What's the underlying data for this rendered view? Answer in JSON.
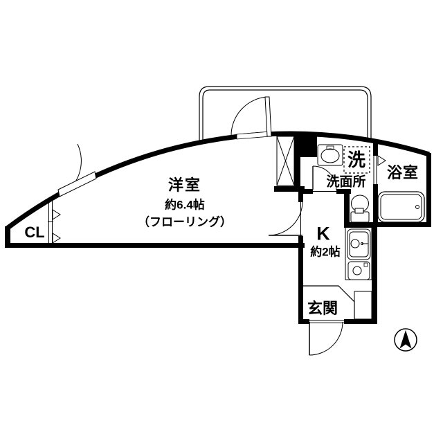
{
  "page": {
    "kind": "Japanese apartment floor plan (1K layout)",
    "colors": {
      "ink": "#000000",
      "paper": "#ffffff"
    }
  },
  "floor_plan": {
    "rooms": [
      {
        "key": "western_room",
        "label": "洋室",
        "size": "約6.4帖",
        "finish": "（フローリング）"
      },
      {
        "key": "closet",
        "label": "CL"
      },
      {
        "key": "washer_space",
        "label": "洗"
      },
      {
        "key": "washroom",
        "label": "洗面所"
      },
      {
        "key": "bathroom",
        "label": "浴室"
      },
      {
        "key": "kitchen",
        "label": "K",
        "size": "約2帖"
      },
      {
        "key": "entrance",
        "label": "玄関"
      }
    ],
    "compass": {
      "icon": "north-arrow",
      "direction": "up"
    }
  }
}
